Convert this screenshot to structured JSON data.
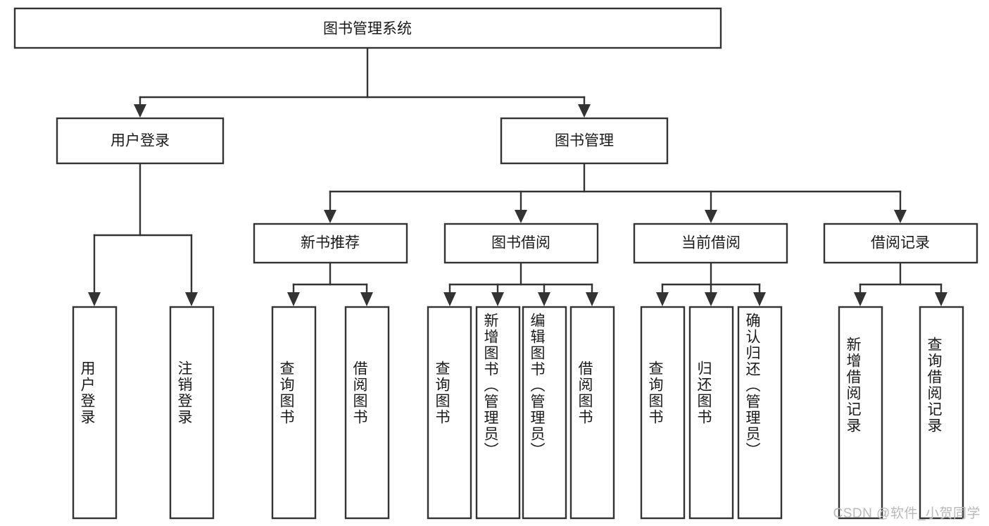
{
  "diagram": {
    "type": "tree-hierarchy",
    "title": "图书管理系统",
    "watermark": "CSDN @软件_小贺同学",
    "colors": {
      "stroke": "#333333",
      "fill": "#ffffff",
      "text": "#1a1a1a",
      "watermark": "#b9b9b9"
    },
    "root": {
      "id": "root",
      "label": "图书管理系统"
    },
    "level2": [
      {
        "id": "user-login",
        "label": "用户登录"
      },
      {
        "id": "book-manage",
        "label": "图书管理"
      }
    ],
    "level3": [
      {
        "id": "new-book-recommend",
        "label": "新书推荐",
        "parent": "book-manage"
      },
      {
        "id": "book-borrow",
        "label": "图书借阅",
        "parent": "book-manage"
      },
      {
        "id": "current-borrow",
        "label": "当前借阅",
        "parent": "book-manage"
      },
      {
        "id": "borrow-record",
        "label": "借阅记录",
        "parent": "book-manage"
      }
    ],
    "leaves": [
      {
        "id": "leaf-user-login",
        "label": "用户登录",
        "parent": "user-login"
      },
      {
        "id": "leaf-user-logout",
        "label": "注销登录",
        "parent": "user-login"
      },
      {
        "id": "leaf-query-book-1",
        "label": "查询图书",
        "parent": "new-book-recommend"
      },
      {
        "id": "leaf-borrow-book-1",
        "label": "借阅图书",
        "parent": "new-book-recommend"
      },
      {
        "id": "leaf-query-book-2",
        "label": "查询图书",
        "parent": "book-borrow"
      },
      {
        "id": "leaf-add-book",
        "label": "新增图书（管理员）",
        "parent": "book-borrow"
      },
      {
        "id": "leaf-edit-book",
        "label": "编辑图书（管理员）",
        "parent": "book-borrow"
      },
      {
        "id": "leaf-borrow-book-2",
        "label": "借阅图书",
        "parent": "book-borrow"
      },
      {
        "id": "leaf-query-book-3",
        "label": "查询图书",
        "parent": "current-borrow"
      },
      {
        "id": "leaf-return-book",
        "label": "归还图书",
        "parent": "current-borrow"
      },
      {
        "id": "leaf-confirm-return",
        "label": "确认归还（管理员）",
        "parent": "current-borrow"
      },
      {
        "id": "leaf-add-record",
        "label": "新增借阅记录",
        "parent": "borrow-record"
      },
      {
        "id": "leaf-query-record",
        "label": "查询借阅记录",
        "parent": "borrow-record"
      }
    ]
  }
}
